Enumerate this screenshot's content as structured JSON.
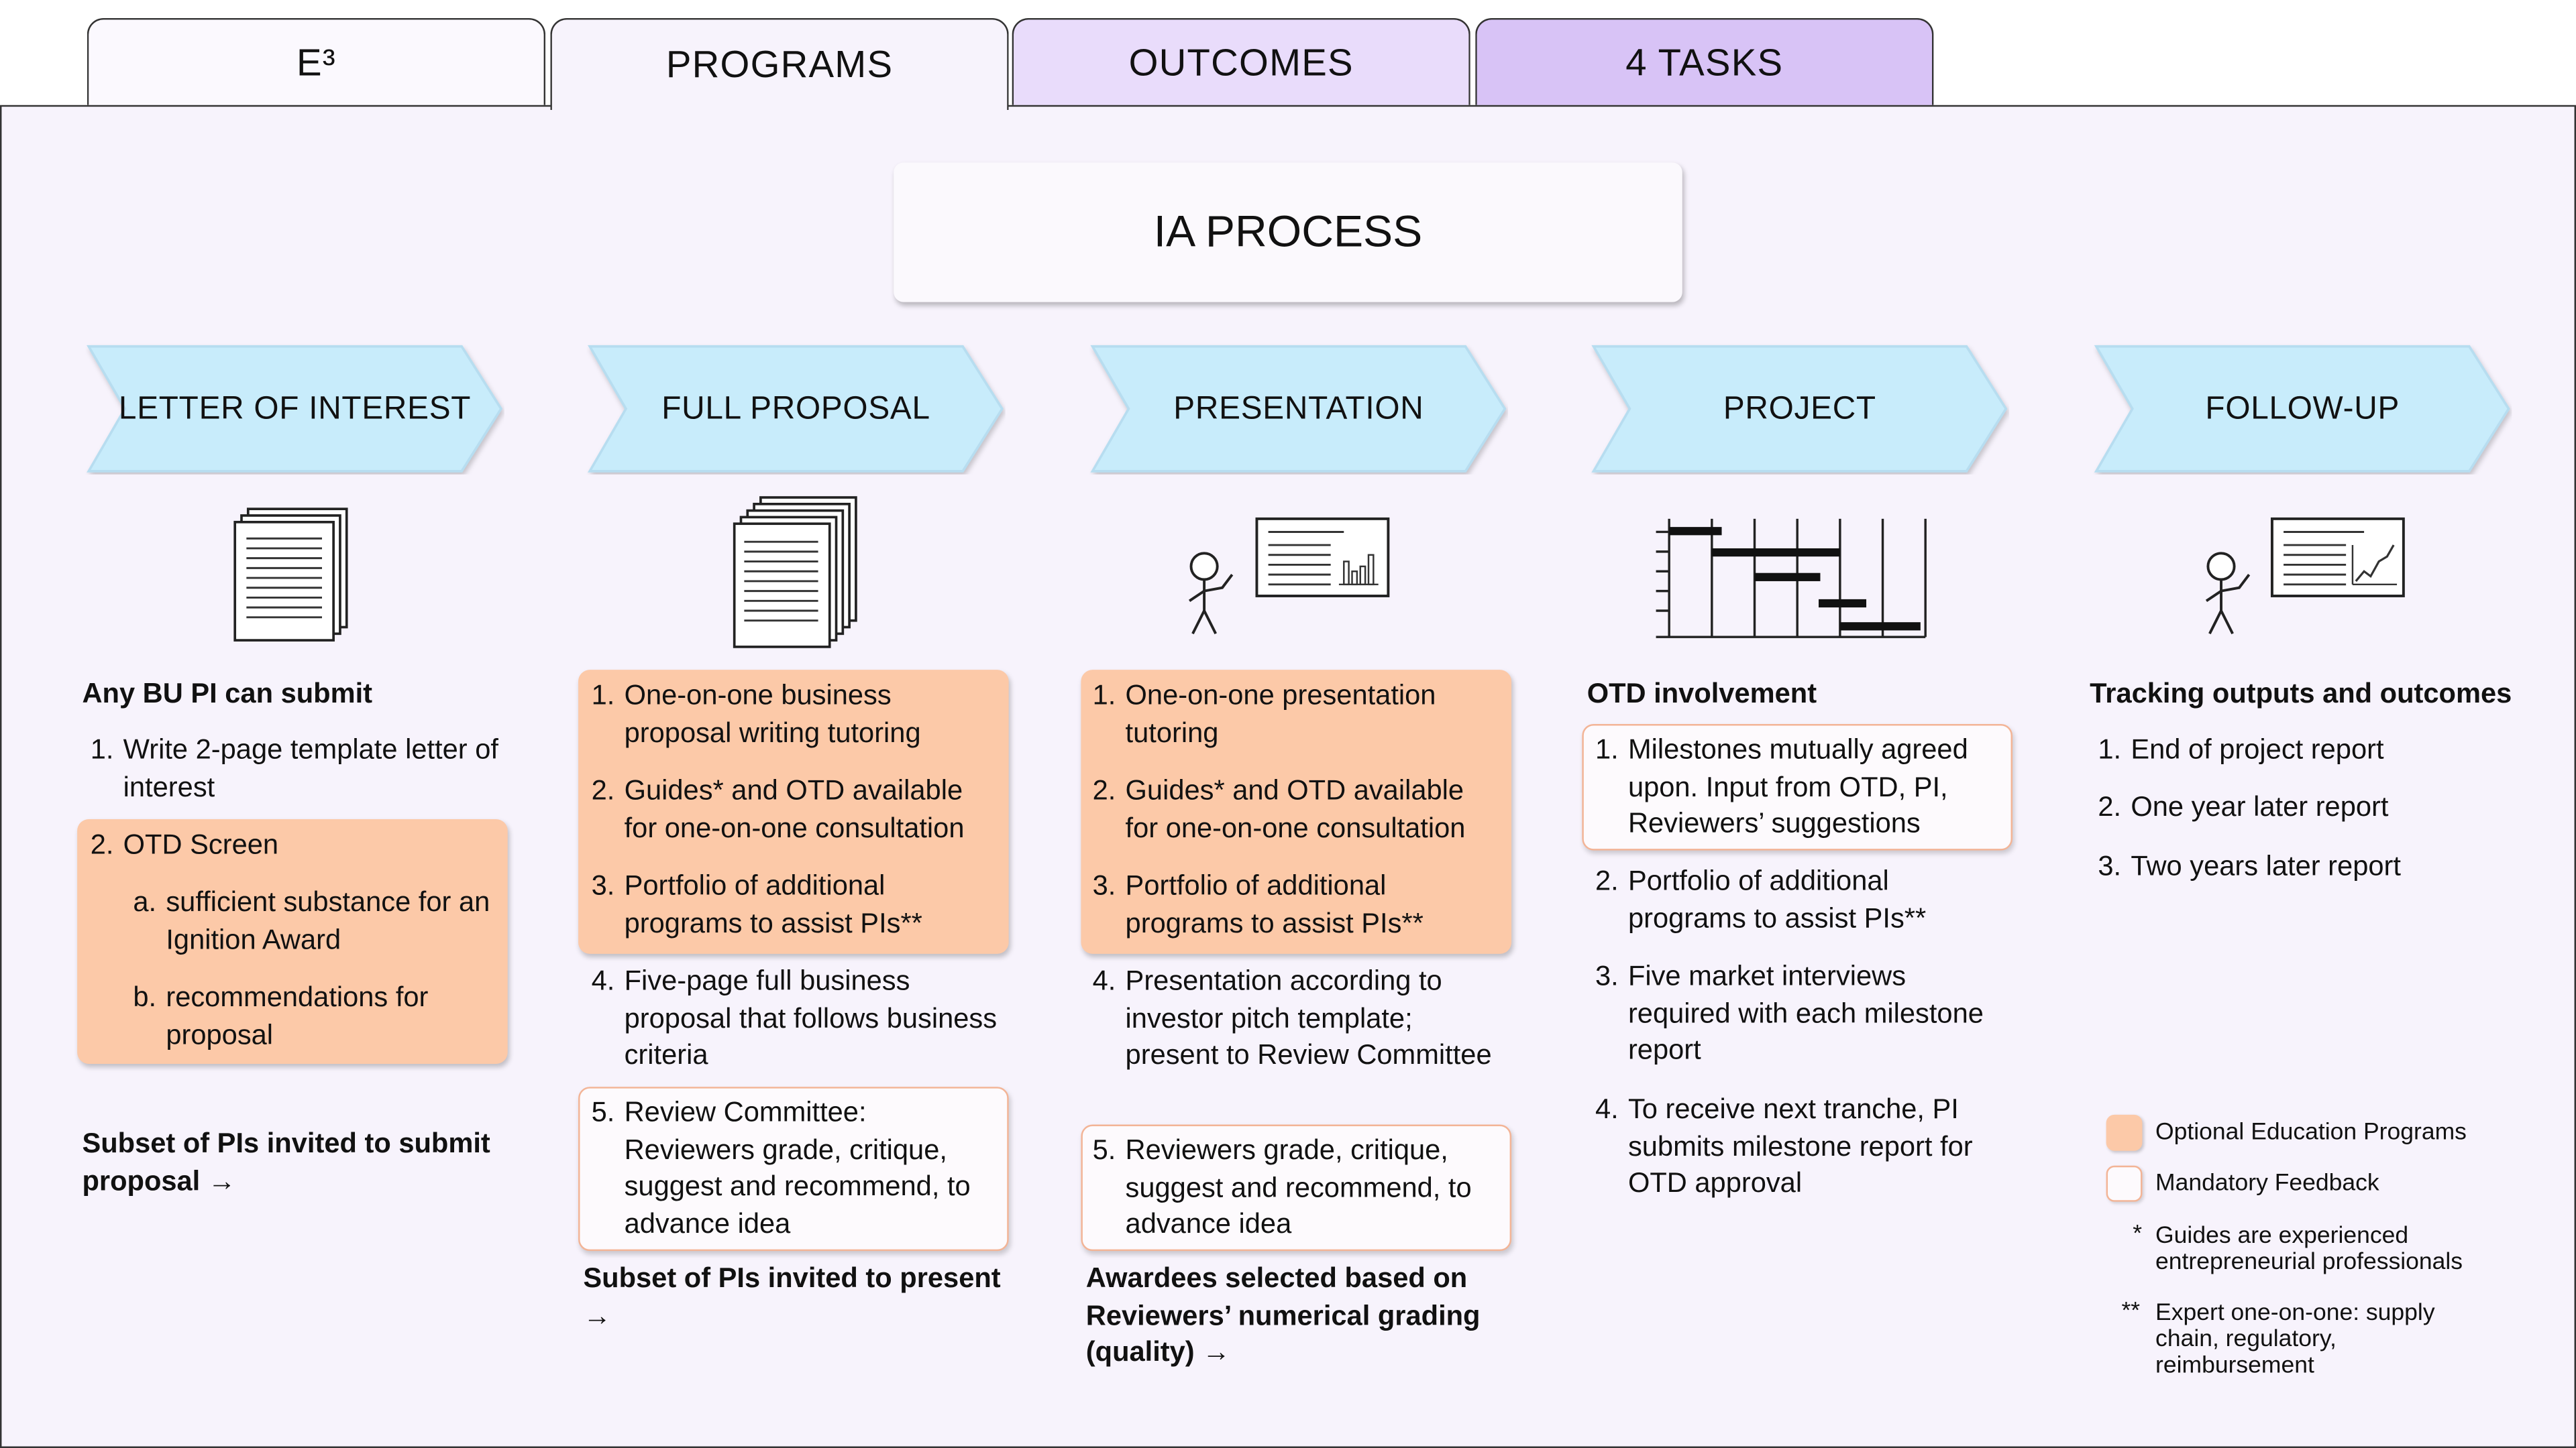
{
  "tabs": [
    "E³",
    "PROGRAMS",
    "OUTCOMES",
    "4 TASKS"
  ],
  "title": "IA PROCESS",
  "stages": [
    "LETTER OF INTEREST",
    "FULL PROPOSAL",
    "PRESENTATION",
    "PROJECT",
    "FOLLOW-UP"
  ],
  "loi": {
    "head": "Any BU PI can submit",
    "items": [
      "1.",
      "Write 2-page template letter of interest",
      "2.",
      "OTD Screen",
      "a.",
      "sufficient substance for an Ignition Award",
      "b.",
      "recommendations for proposal"
    ],
    "bottom": "Subset of PIs invited to submit proposal →"
  },
  "proposal": {
    "items": [
      "1.",
      "One-on-one business proposal writing tutoring",
      "2.",
      "Guides* and OTD available for one-on-one consultation",
      "3.",
      "Portfolio of additional programs to assist PIs**",
      "4.",
      "Five-page full business proposal that follows business criteria",
      "5.",
      "Review Committee: Reviewers grade, critique, suggest and recommend, to advance idea"
    ],
    "bottom": "Subset of PIs invited to present →"
  },
  "presentation": {
    "items": [
      "1.",
      "One-on-one presentation tutoring",
      "2.",
      "Guides* and OTD available for one-on-one consultation",
      "3.",
      "Portfolio of additional programs to assist PIs**",
      "4.",
      "Presentation according to investor pitch template; present to Review Committee",
      "5.",
      "Reviewers grade, critique, suggest and recommend, to advance idea"
    ],
    "bottom": "Awardees selected based on Reviewers’ numerical grading (quality) →"
  },
  "project": {
    "head": "OTD involvement",
    "items": [
      "1.",
      "Milestones mutually agreed upon. Input from OTD, PI, Reviewers’ suggestions",
      "2.",
      "Portfolio of additional programs to assist PIs**",
      "3.",
      "Five market interviews required with each milestone report",
      "4.",
      "To receive next tranche, PI submits milestone report for OTD approval"
    ]
  },
  "followup": {
    "head": "Tracking outputs and outcomes",
    "items": [
      "1.",
      "End of project report",
      "2.",
      "One year later report",
      "3.",
      "Two years later report"
    ]
  },
  "legend": {
    "optional": "Optional Education Programs",
    "mandatory": "Mandatory Feedback",
    "star1": "*",
    "note1": "Guides are experienced entrepreneurial professionals",
    "star2": "**",
    "note2": "Expert one-on-one: supply chain, regulatory, reimbursement"
  },
  "colors": {
    "panel": "#f7f3fc",
    "chevron": "#c8ecfb",
    "optional": "#fcc9a8",
    "mandatory_border": "#f3b496",
    "tab_outcomes": "#e9dcfb",
    "tab_tasks": "#d8c3f6"
  }
}
